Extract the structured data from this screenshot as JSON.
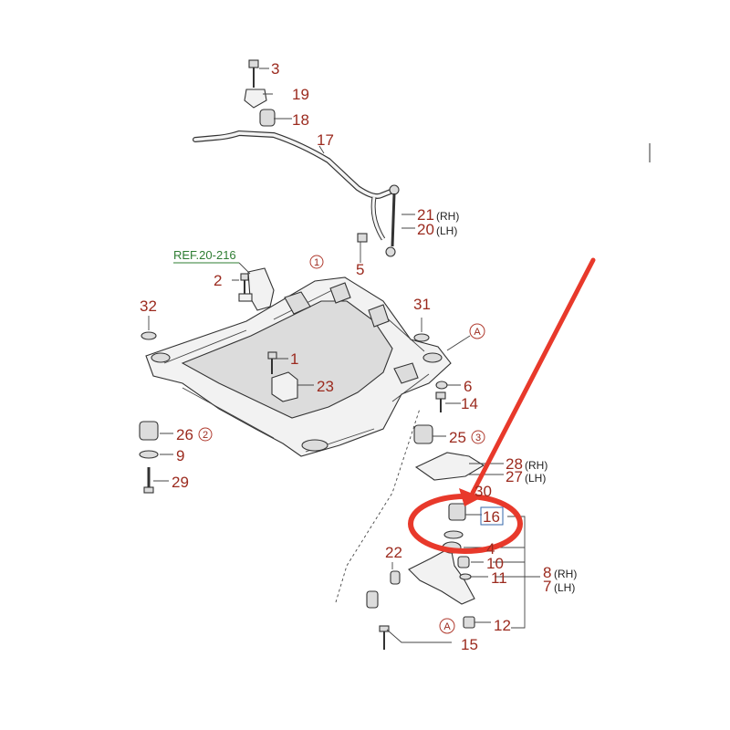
{
  "reference": {
    "text": "REF.20-216",
    "color": "#2e7d32"
  },
  "callouts": [
    {
      "id": "c3",
      "number": "3"
    },
    {
      "id": "c19",
      "number": "19"
    },
    {
      "id": "c18",
      "number": "18"
    },
    {
      "id": "c17",
      "number": "17"
    },
    {
      "id": "c21",
      "number": "21",
      "side": "(RH)"
    },
    {
      "id": "c20",
      "number": "20",
      "side": "(LH)"
    },
    {
      "id": "c5",
      "number": "5"
    },
    {
      "id": "c2",
      "number": "2"
    },
    {
      "id": "c32",
      "number": "32"
    },
    {
      "id": "c31",
      "number": "31"
    },
    {
      "id": "c1",
      "number": "1"
    },
    {
      "id": "c23",
      "number": "23"
    },
    {
      "id": "c6",
      "number": "6"
    },
    {
      "id": "c14",
      "number": "14"
    },
    {
      "id": "c26",
      "number": "26"
    },
    {
      "id": "c9",
      "number": "9"
    },
    {
      "id": "c29",
      "number": "29"
    },
    {
      "id": "c25",
      "number": "25"
    },
    {
      "id": "c28",
      "number": "28",
      "side": "(RH)"
    },
    {
      "id": "c27",
      "number": "27",
      "side": "(LH)"
    },
    {
      "id": "c30",
      "number": "30"
    },
    {
      "id": "c16",
      "number": "16"
    },
    {
      "id": "c4",
      "number": "4"
    },
    {
      "id": "c10",
      "number": "10"
    },
    {
      "id": "c11",
      "number": "11"
    },
    {
      "id": "c8",
      "number": "8",
      "side": "(RH)"
    },
    {
      "id": "c7",
      "number": "7",
      "side": "(LH)"
    },
    {
      "id": "c22",
      "number": "22"
    },
    {
      "id": "c12",
      "number": "12"
    },
    {
      "id": "c15",
      "number": "15"
    }
  ],
  "circled_markers": [
    {
      "id": "m1",
      "text": "1"
    },
    {
      "id": "m2",
      "text": "2"
    },
    {
      "id": "m3",
      "text": "3"
    },
    {
      "id": "mA1",
      "text": "A"
    },
    {
      "id": "mA2",
      "text": "A"
    }
  ],
  "highlight": {
    "target": "16",
    "color": "#e8392b"
  }
}
